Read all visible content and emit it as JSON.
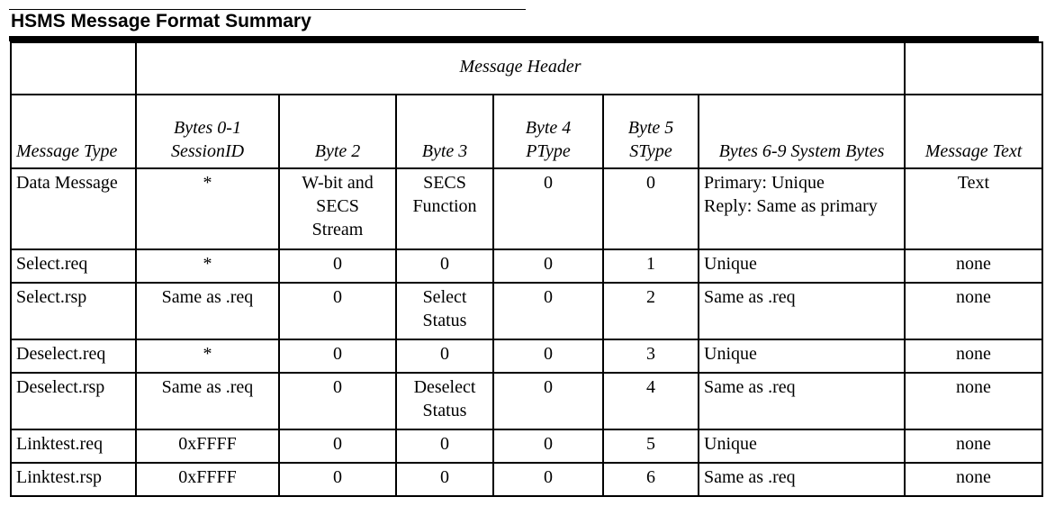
{
  "document": {
    "title": "HSMS Message Format Summary"
  },
  "table": {
    "group_header": "Message Header",
    "columns": [
      "Message Type",
      "Bytes 0-1 SessionID",
      "Byte 2",
      "Byte 3",
      "Byte 4 PType",
      "Byte 5 SType",
      "Bytes 6-9 System Bytes",
      "Message Text"
    ],
    "col_headers": {
      "message_type": "Message Type",
      "bytes01_line1": "Bytes 0-1",
      "bytes01_line2": "SessionID",
      "byte2": "Byte 2",
      "byte3": "Byte 3",
      "byte4_line1": "Byte 4",
      "byte4_line2": "PType",
      "byte5_line1": "Byte 5",
      "byte5_line2": "SType",
      "system_bytes": "Bytes 6-9 System Bytes",
      "message_text": "Message Text"
    },
    "rows": [
      {
        "type": "Data Message",
        "session": "*",
        "byte2": [
          "W-bit and",
          "SECS",
          "Stream"
        ],
        "byte3": [
          "SECS",
          "Function"
        ],
        "ptype": "0",
        "stype": "0",
        "system": [
          "Primary: Unique",
          "Reply: Same as primary"
        ],
        "text": "Text"
      },
      {
        "type": "Select.req",
        "session": "*",
        "byte2": [
          "0"
        ],
        "byte3": [
          "0"
        ],
        "ptype": "0",
        "stype": "1",
        "system": [
          "Unique"
        ],
        "text": "none"
      },
      {
        "type": "Select.rsp",
        "session": "Same as .req",
        "byte2": [
          "0"
        ],
        "byte3": [
          "Select",
          "Status"
        ],
        "ptype": "0",
        "stype": "2",
        "system": [
          "Same as .req"
        ],
        "text": "none"
      },
      {
        "type": "Deselect.req",
        "session": "*",
        "byte2": [
          "0"
        ],
        "byte3": [
          "0"
        ],
        "ptype": "0",
        "stype": "3",
        "system": [
          "Unique"
        ],
        "text": "none"
      },
      {
        "type": "Deselect.rsp",
        "session": "Same as .req",
        "byte2": [
          "0"
        ],
        "byte3": [
          "Deselect",
          "Status"
        ],
        "ptype": "0",
        "stype": "4",
        "system": [
          "Same as .req"
        ],
        "text": "none"
      },
      {
        "type": "Linktest.req",
        "session": "0xFFFF",
        "byte2": [
          "0"
        ],
        "byte3": [
          "0"
        ],
        "ptype": "0",
        "stype": "5",
        "system": [
          "Unique"
        ],
        "text": "none"
      },
      {
        "type": "Linktest.rsp",
        "session": "0xFFFF",
        "byte2": [
          "0"
        ],
        "byte3": [
          "0"
        ],
        "ptype": "0",
        "stype": "6",
        "system": [
          "Same as .req"
        ],
        "text": "none"
      }
    ]
  }
}
